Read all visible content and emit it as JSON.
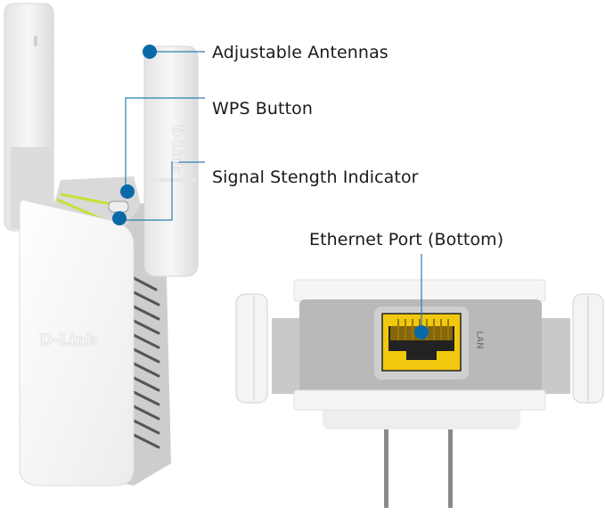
{
  "callouts": {
    "antennas": "Adjustable Antennas",
    "wps": "WPS Button",
    "signal": "Signal Stength Indicator",
    "ethernet": "Ethernet Port (Bottom)"
  },
  "device": {
    "brand": "D-Link",
    "port_label": "LAN"
  },
  "colors": {
    "callout_dot": "#0a6aa8",
    "callout_line": "#2b7fb0",
    "port_yellow": "#f2c80f",
    "indicator_green": "#c6e03a"
  }
}
